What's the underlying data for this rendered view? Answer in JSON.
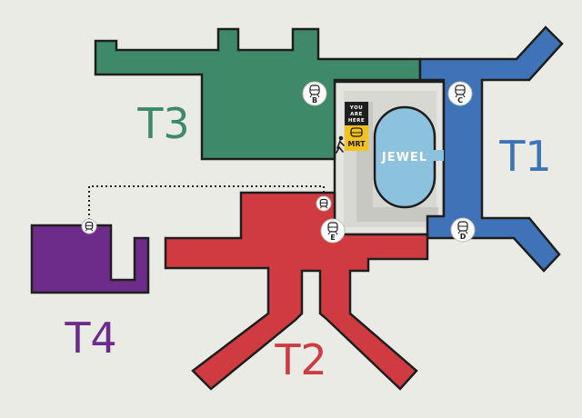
{
  "terminals": [
    {
      "id": "T1",
      "label": "T1",
      "color": "#3f73b8"
    },
    {
      "id": "T2",
      "label": "T2",
      "color": "#cf3b41"
    },
    {
      "id": "T3",
      "label": "T3",
      "color": "#3e8a68"
    },
    {
      "id": "T4",
      "label": "T4",
      "color": "#6d2c8a"
    }
  ],
  "jewel": {
    "label": "JEWEL",
    "color": "#8dc2df"
  },
  "you_are_here": {
    "line1": "YOU",
    "line2": "ARE",
    "line3": "HERE"
  },
  "mrt": {
    "label": "MRT",
    "color": "#f4c21a"
  },
  "skytrain_stops": [
    {
      "id": "B",
      "label": "B"
    },
    {
      "id": "C",
      "label": "C"
    },
    {
      "id": "D",
      "label": "D"
    },
    {
      "id": "E",
      "label": "E"
    },
    {
      "id": "T2-link",
      "label": ""
    },
    {
      "id": "T4-link",
      "label": ""
    }
  ],
  "colors": {
    "background": "#ebebe6",
    "outline": "#1e1e1e",
    "walkway": "#e4e4e0",
    "track": "#c8c8c2"
  }
}
